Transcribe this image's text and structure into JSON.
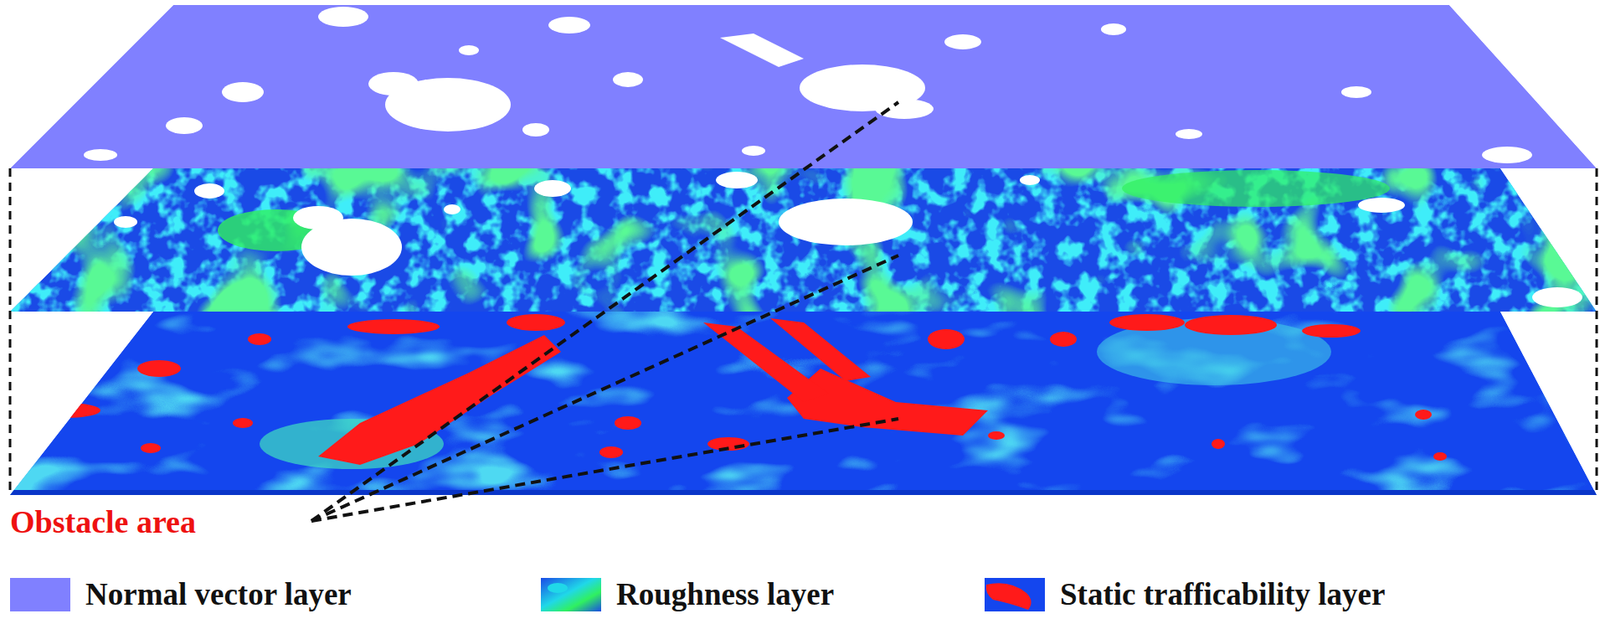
{
  "diagram": {
    "labels": [
      "Obstacle area"
    ],
    "legend": [
      {
        "text": "Normal vector layer",
        "color": "#8080ff"
      },
      {
        "text": "Roughness layer"
      },
      {
        "text": "Static trafficability layer"
      }
    ]
  }
}
